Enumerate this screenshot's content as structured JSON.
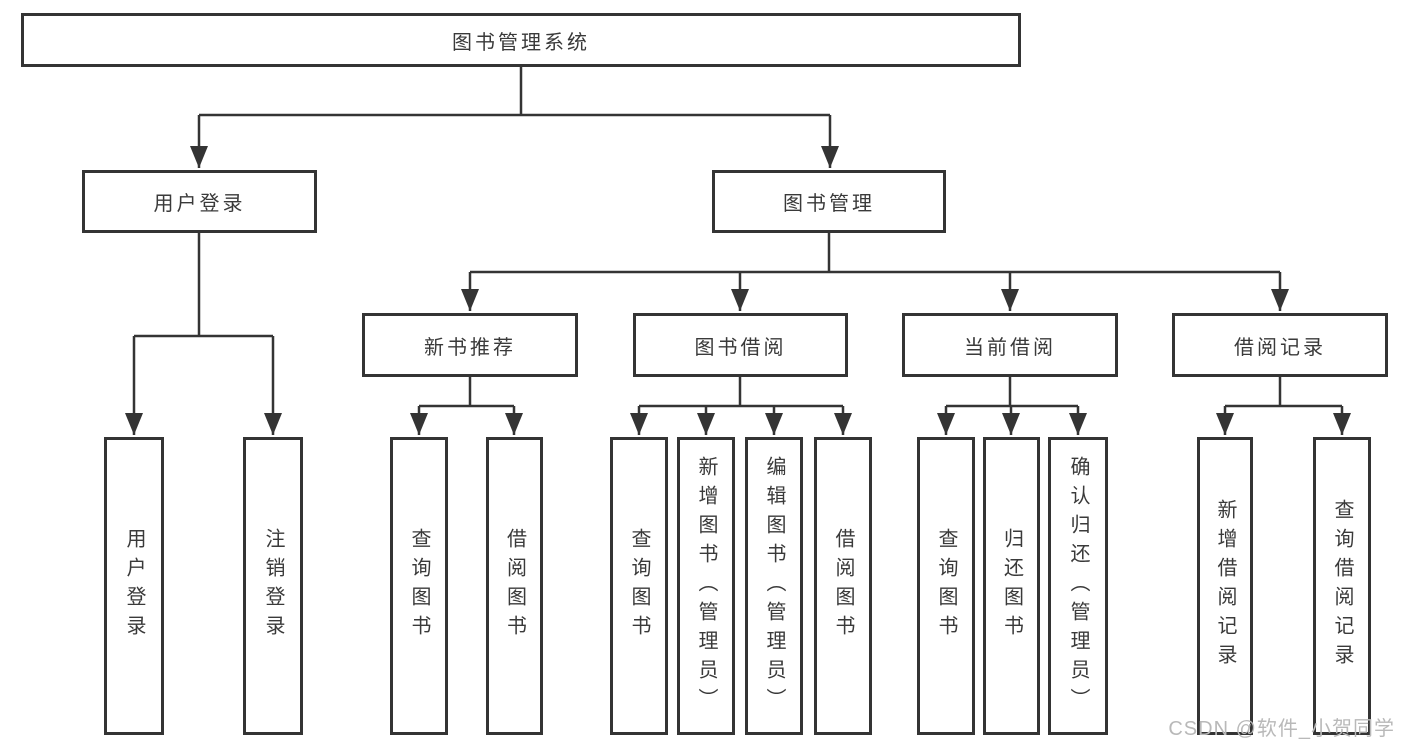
{
  "diagram": {
    "type": "tree",
    "root": {
      "label": "图书管理系统",
      "children": [
        {
          "label": "用户登录",
          "children": [
            {
              "label": "用户登录"
            },
            {
              "label": "注销登录"
            }
          ]
        },
        {
          "label": "图书管理",
          "children": [
            {
              "label": "新书推荐",
              "children": [
                {
                  "label": "查询图书"
                },
                {
                  "label": "借阅图书"
                }
              ]
            },
            {
              "label": "图书借阅",
              "children": [
                {
                  "label": "查询图书"
                },
                {
                  "label": "新增图书（管理员）"
                },
                {
                  "label": "编辑图书（管理员）"
                },
                {
                  "label": "借阅图书"
                }
              ]
            },
            {
              "label": "当前借阅",
              "children": [
                {
                  "label": "查询图书"
                },
                {
                  "label": "归还图书"
                },
                {
                  "label": "确认归还（管理员）"
                }
              ]
            },
            {
              "label": "借阅记录",
              "children": [
                {
                  "label": "新增借阅记录"
                },
                {
                  "label": "查询借阅记录"
                }
              ]
            }
          ]
        }
      ]
    }
  },
  "watermark": {
    "text": "CSDN @软件_小贺同学",
    "color": "#b9b9b9"
  },
  "colors": {
    "line": "#343434",
    "text": "#3a3a3a",
    "background": "#ffffff"
  }
}
